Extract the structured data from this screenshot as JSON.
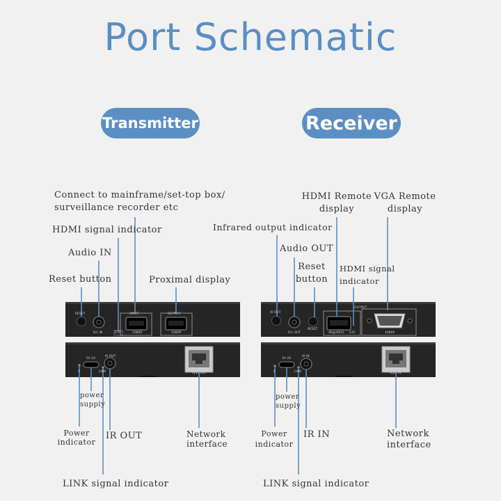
{
  "title": "Port Schematic",
  "transmitter": {
    "heading": "Transmitter",
    "labels": {
      "connect": "Connect to mainframe/set-top box/\nsurveillance recorder etc",
      "hdmi_signal": "HDMI signal indicator",
      "audio_in": "Audio IN",
      "reset": "Reset button",
      "proximal": "Proximal display",
      "power_supply": "power\nsupply",
      "power_indicator": "Power\nindicator",
      "ir_out": "IR OUT",
      "network": "Network\ninterface",
      "link": "LINK signal indicator"
    },
    "panel_text": {
      "reset": "RESET",
      "rl_in": "R/L IN",
      "input": "INPUT",
      "output": "OUTPUT",
      "sta": "STA",
      "res_in": "1080P",
      "res_out": "1080P",
      "p": "P",
      "power_spec": "5V 2A",
      "link": "LINK",
      "ir_out": "IR OUT",
      "rj45": "RJ45 OUT"
    }
  },
  "receiver": {
    "heading": "Receiver",
    "labels": {
      "hdmi_remote": "HDMI Remote\ndisplay",
      "vga_remote": "VGA Remote\ndisplay",
      "infrared": "Infrared output indicator",
      "audio_out": "Audio OUT",
      "reset": "Reset\nbutton",
      "hdmi_signal": "HDMI signal\nindicator",
      "power_supply": "power\nsupply",
      "power_indicator": "Power\nindicator",
      "ir_in": "IR IN",
      "network": "Network\ninterface",
      "link": "LINK signal indicator"
    },
    "panel_text": {
      "ir_out": "IR OUT",
      "rl_out": "R/L OUT",
      "reset": "RESET",
      "output": "OUTPUT",
      "res": "4K@30HZ",
      "sta": "STA",
      "vga_res": "1080P",
      "p": "P",
      "power_spec": "5V 2A",
      "link": "LINK",
      "ir_in": "IR IN",
      "rj45": "RJ45 IN"
    }
  },
  "colors": {
    "accent": "#5b8fc4",
    "device": "#252525",
    "background": "#f1f1f1"
  }
}
